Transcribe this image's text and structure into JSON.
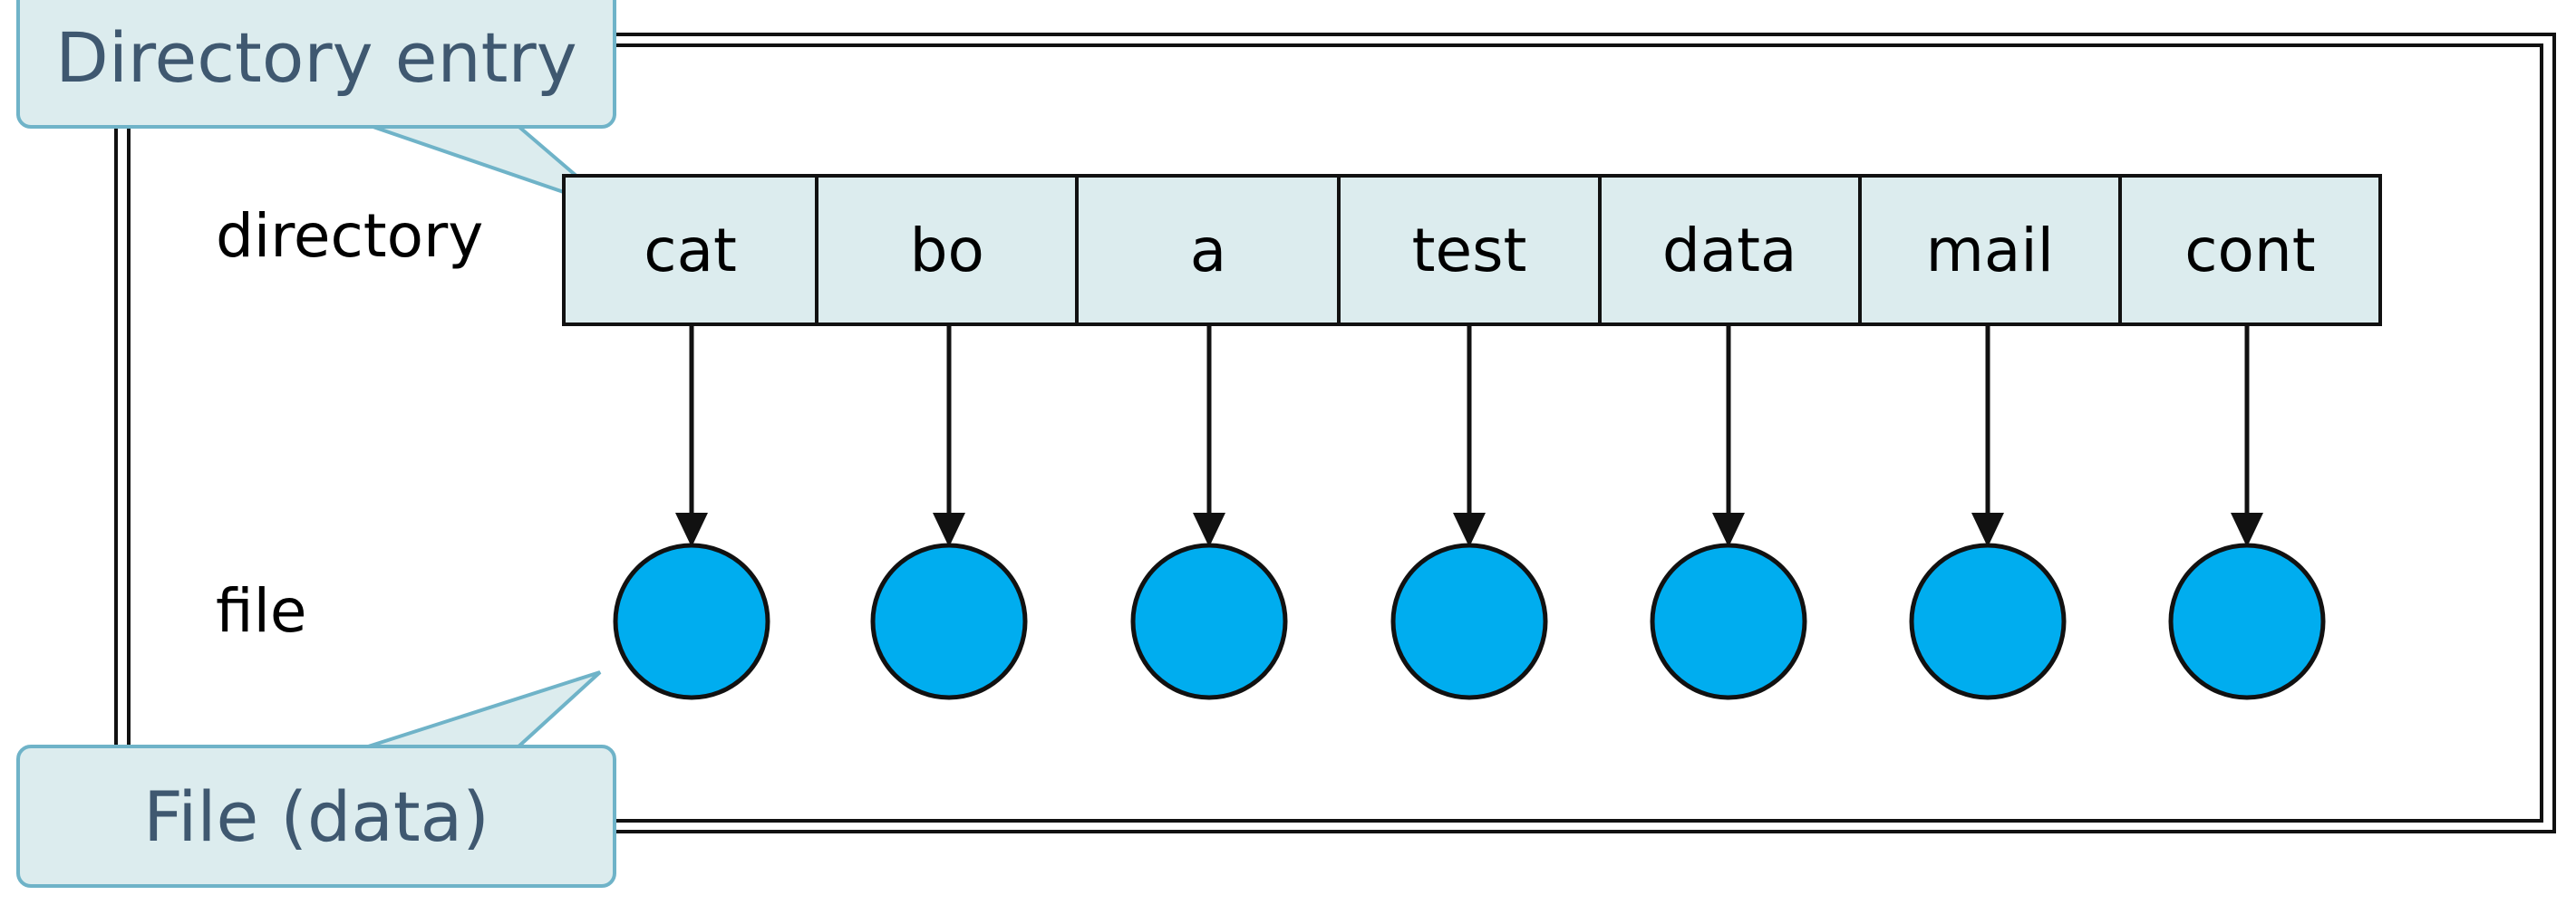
{
  "diagram": {
    "callouts": {
      "directory_entry": "Directory entry",
      "file_data": "File (data)"
    },
    "row_labels": {
      "directory": "directory",
      "file": "file"
    },
    "entries": [
      "cat",
      "bo",
      "a",
      "test",
      "data",
      "mail",
      "cont"
    ],
    "colors": {
      "entry_fill": "#dcecee",
      "file_fill": "#00adef",
      "callout_fill": "#dcecee",
      "callout_border": "#6fb3c8",
      "callout_text": "#3f5870",
      "line": "#111111"
    }
  }
}
